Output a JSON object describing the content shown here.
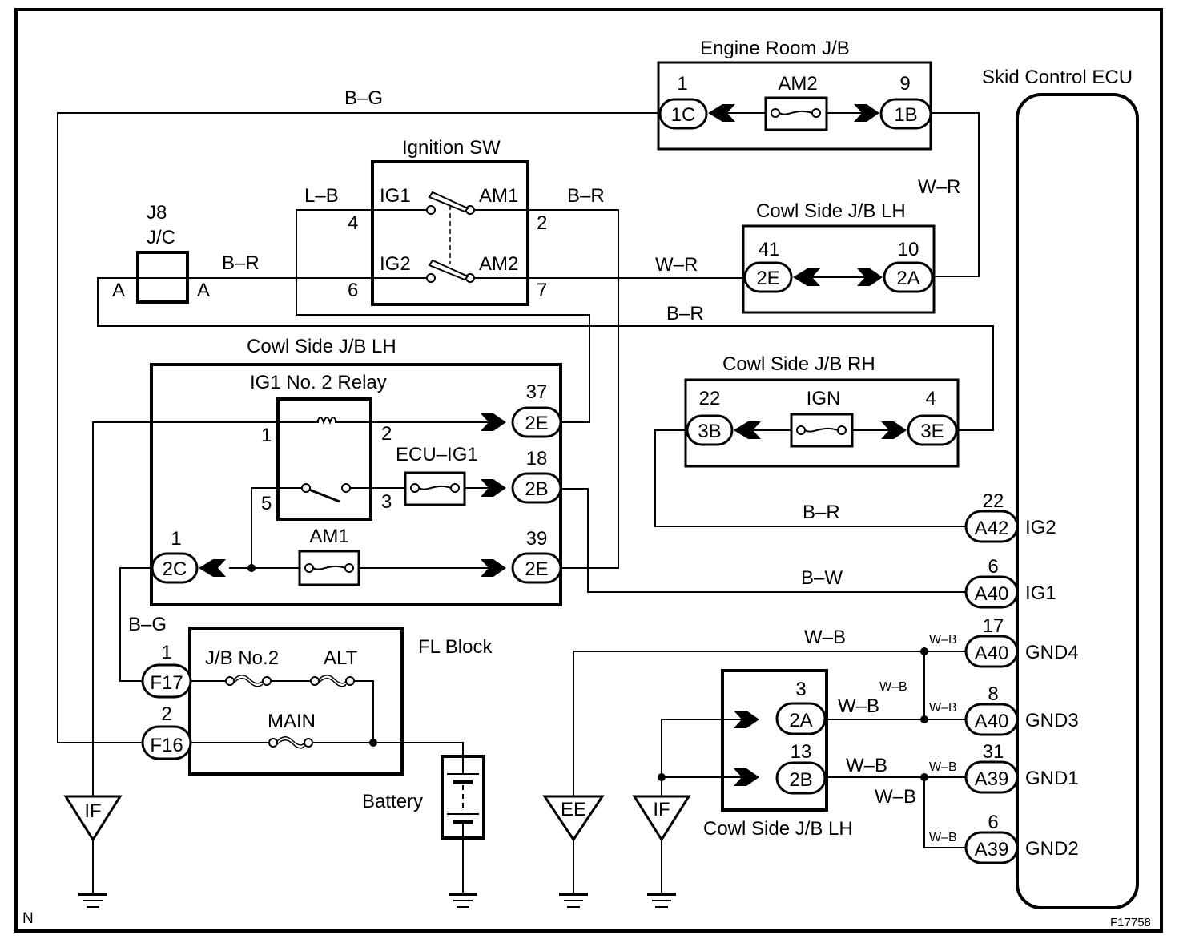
{
  "diagram": {
    "corner_left": "N",
    "figure_id": "F17758",
    "components": {
      "engine_room_jb": {
        "title": "Engine Room J/B",
        "fuse": "AM2",
        "left_pin": "1",
        "left_conn": "1C",
        "right_pin": "9",
        "right_conn": "1B"
      },
      "ignition_sw": {
        "title": "Ignition SW",
        "ig1": "IG1",
        "am1": "AM1",
        "ig2": "IG2",
        "am2": "AM2",
        "pin_ig1": "4",
        "pin_am1": "2",
        "pin_ig2": "6",
        "pin_am2": "7"
      },
      "j8_jc": {
        "title_line1": "J8",
        "title_line2": "J/C",
        "left": "A",
        "right": "A"
      },
      "cowl_lh_top": {
        "title": "Cowl Side J/B LH",
        "left_pin": "41",
        "left_conn": "2E",
        "right_pin": "10",
        "right_conn": "2A"
      },
      "cowl_lh_main": {
        "title": "Cowl Side J/B LH",
        "relay_title": "IG1 No. 2 Relay",
        "relay_pins": {
          "p1": "1",
          "p2": "2",
          "p3": "3",
          "p5": "5"
        },
        "fuse_ecu": "ECU–IG1",
        "fuse_am1": "AM1",
        "c37_pin": "37",
        "c37_conn": "2E",
        "c18_pin": "18",
        "c18_conn": "2B",
        "c39_pin": "39",
        "c39_conn": "2E",
        "c1_pin": "1",
        "c1_conn": "2C"
      },
      "cowl_rh": {
        "title": "Cowl Side J/B RH",
        "fuse": "IGN",
        "left_pin": "22",
        "left_conn": "3B",
        "right_pin": "4",
        "right_conn": "3E"
      },
      "fl_block": {
        "title": "FL Block",
        "fuse_jb2": "J/B No.2",
        "fuse_alt": "ALT",
        "fuse_main": "MAIN",
        "f17_pin": "1",
        "f17_conn": "F17",
        "f16_pin": "2",
        "f16_conn": "F16"
      },
      "battery": {
        "label": "Battery"
      },
      "cowl_lh_bottom": {
        "title": "Cowl Side J/B LH",
        "a_pin": "3",
        "a_conn": "2A",
        "b_pin": "13",
        "b_conn": "2B"
      },
      "grounds": {
        "if_left": "IF",
        "ee": "EE",
        "if_right": "IF"
      },
      "skid_ecu": {
        "title": "Skid Control ECU",
        "terminals": [
          {
            "pin": "22",
            "conn": "A42",
            "name": "IG2"
          },
          {
            "pin": "6",
            "conn": "A40",
            "name": "IG1"
          },
          {
            "pin": "17",
            "conn": "A40",
            "name": "GND4"
          },
          {
            "pin": "8",
            "conn": "A40",
            "name": "GND3"
          },
          {
            "pin": "31",
            "conn": "A39",
            "name": "GND1"
          },
          {
            "pin": "6",
            "conn": "A39",
            "name": "GND2"
          }
        ]
      }
    },
    "wire_labels": {
      "bg_top": "B–G",
      "lb": "L–B",
      "br_sw": "B–R",
      "br_jc": "B–R",
      "wr_mid": "W–R",
      "wr_right": "W–R",
      "br_mid": "B–R",
      "br_ig2": "B–R",
      "bw_ig1": "B–W",
      "bg_fl": "B–G",
      "wb_gnd4": "W–B",
      "wb_small_gnd4": "W–B",
      "wb_small_vert": "W–B",
      "wb_small_gnd3": "W–B",
      "wb_2a": "W–B",
      "wb_2b": "W–B",
      "wb_small_gnd1": "W–B",
      "wb_vert_low": "W–B",
      "wb_small_gnd2": "W–B"
    }
  }
}
